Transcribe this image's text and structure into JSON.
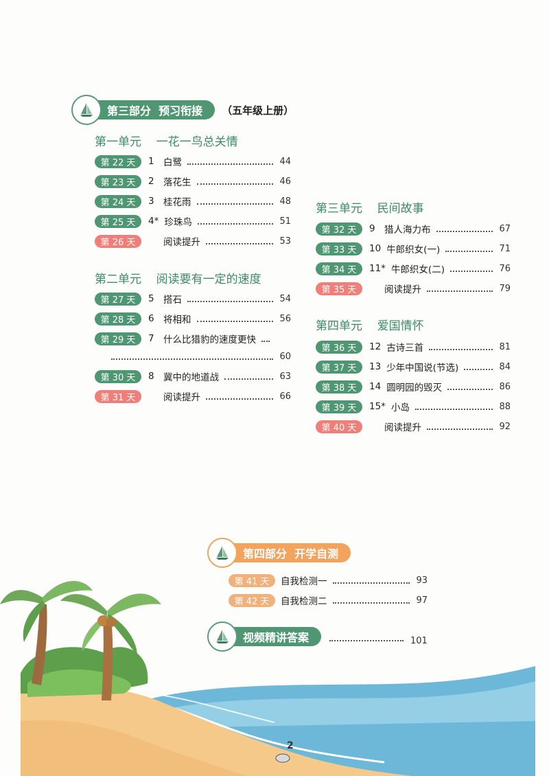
{
  "part3": {
    "title": "第三部分  预习衔接",
    "subtitle": "（五年级上册）"
  },
  "units_left": [
    {
      "title": "第一单元    一花一鸟总关情",
      "rows": [
        {
          "day": "第 22 天",
          "color": "g",
          "num": "1",
          "title": "白鹭",
          "page": "44"
        },
        {
          "day": "第 23 天",
          "color": "g",
          "num": "2",
          "title": "落花生",
          "page": "46"
        },
        {
          "day": "第 24 天",
          "color": "g",
          "num": "3",
          "title": "桂花雨",
          "page": "48"
        },
        {
          "day": "第 25 天",
          "color": "g",
          "num": "4*",
          "title": "珍珠鸟",
          "page": "51"
        },
        {
          "day": "第 26 天",
          "color": "r",
          "num": "",
          "title": "阅读提升",
          "page": "53"
        }
      ]
    },
    {
      "title": "第二单元    阅读要有一定的速度",
      "rows": [
        {
          "day": "第 27 天",
          "color": "g",
          "num": "5",
          "title": "搭石",
          "page": "54"
        },
        {
          "day": "第 28 天",
          "color": "g",
          "num": "6",
          "title": "将相和",
          "page": "56"
        },
        {
          "day": "第 29 天",
          "color": "g",
          "num": "7",
          "title": "什么比猎豹的速度更快",
          "page": ""
        },
        {
          "day": "",
          "color": "",
          "num": "",
          "title": "",
          "page": "60"
        },
        {
          "day": "第 30 天",
          "color": "g",
          "num": "8",
          "title": "冀中的地道战",
          "page": "63"
        },
        {
          "day": "第 31 天",
          "color": "r",
          "num": "",
          "title": "阅读提升",
          "page": "66"
        }
      ]
    }
  ],
  "units_right": [
    {
      "title": "第三单元    民间故事",
      "rows": [
        {
          "day": "第 32 天",
          "color": "g",
          "num": "9",
          "title": "猎人海力布",
          "page": "67"
        },
        {
          "day": "第 33 天",
          "color": "g",
          "num": "10",
          "title": "牛郎织女(一)",
          "page": "71"
        },
        {
          "day": "第 34 天",
          "color": "g",
          "num": "11*",
          "title": "牛郎织女(二)",
          "page": "76"
        },
        {
          "day": "第 35 天",
          "color": "r",
          "num": "",
          "title": "阅读提升",
          "page": "79"
        }
      ]
    },
    {
      "title": "第四单元    爱国情怀",
      "rows": [
        {
          "day": "第 36 天",
          "color": "g",
          "num": "12",
          "title": "古诗三首",
          "page": "81"
        },
        {
          "day": "第 37 天",
          "color": "g",
          "num": "13",
          "title": "少年中国说(节选)",
          "page": "84"
        },
        {
          "day": "第 38 天",
          "color": "g",
          "num": "14",
          "title": "圆明园的毁灭",
          "page": "86"
        },
        {
          "day": "第 39 天",
          "color": "g",
          "num": "15*",
          "title": "小岛",
          "page": "88"
        },
        {
          "day": "第 40 天",
          "color": "r",
          "num": "",
          "title": "阅读提升",
          "page": "92"
        }
      ]
    }
  ],
  "part4": {
    "title": "第四部分  开学自测",
    "rows": [
      {
        "day": "第 41 天",
        "color": "o",
        "title": "自我检测一",
        "page": "93"
      },
      {
        "day": "第 42 天",
        "color": "o",
        "title": "自我检测二",
        "page": "97"
      }
    ]
  },
  "answers": {
    "title": "视频精讲答案",
    "page": "101"
  },
  "page_number": "2",
  "colors": {
    "green": "#4f9673",
    "red": "#f07f7a",
    "orange": "#f2a35c"
  }
}
